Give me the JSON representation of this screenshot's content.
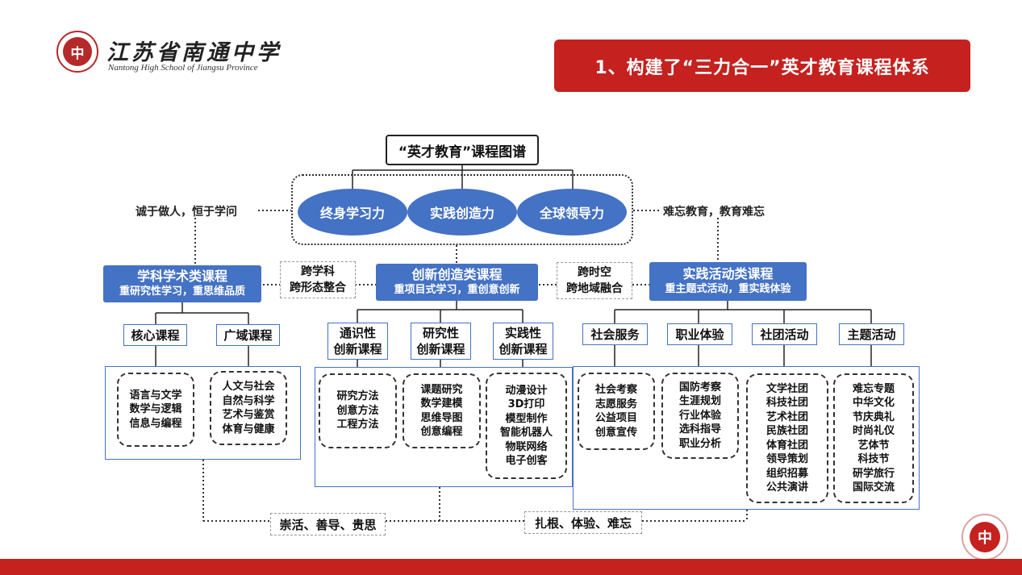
{
  "header": {
    "school_name_cn": "江苏省南通中学",
    "school_name_en": "Nantong High School of Jiangsu Province",
    "slide_title": "1、构建了“三力合一”英才教育课程体系",
    "accent_color": "#c4211f"
  },
  "diagram": {
    "root": "“英才教育”课程图谱",
    "abilities": [
      "终身学习力",
      "实践创造力",
      "全球领导力"
    ],
    "motto_left": "诚于做人，恒于学问",
    "motto_right": "难忘教育，教育难忘",
    "categories": [
      {
        "title": "学科学术类课程",
        "subtitle": "重研究性学习，重思维品质"
      },
      {
        "title": "创新创造类课程",
        "subtitle": "重项目式学习，重创意创新"
      },
      {
        "title": "实践活动类课程",
        "subtitle": "重主题式活动，重实践体验"
      }
    ],
    "bridge_left": [
      "跨学科",
      "跨形态整合"
    ],
    "bridge_right": [
      "跨时空",
      "跨地域融合"
    ],
    "academic_subs": [
      "核心课程",
      "广域课程"
    ],
    "academic_items": [
      [
        "语言与文学",
        "数学与逻辑",
        "信息与编程"
      ],
      [
        "人文与社会",
        "自然与科学",
        "艺术与鉴赏",
        "体育与健康"
      ]
    ],
    "innovation_subs": [
      "通识性\n创新课程",
      "研究性\n创新课程",
      "实践性\n创新课程"
    ],
    "innovation_items": [
      [
        "研究方法",
        "创意方法",
        "工程方法"
      ],
      [
        "课题研究",
        "数学建模",
        "思维导图",
        "创意编程"
      ],
      [
        "动漫设计",
        "3D打印",
        "模型制作",
        "智能机器人",
        "物联网络",
        "电子创客"
      ]
    ],
    "practice_subs": [
      "社会服务",
      "职业体验",
      "社团活动",
      "主题活动"
    ],
    "practice_items": [
      [
        "社会考察",
        "志愿服务",
        "公益项目",
        "创意宣传"
      ],
      [
        "国防考察",
        "生涯规划",
        "行业体验",
        "选科指导",
        "职业分析"
      ],
      [
        "文学社团",
        "科技社团",
        "艺术社团",
        "民族社团",
        "体育社团",
        "领导策划",
        "组织招募",
        "公共演讲"
      ],
      [
        "难忘专题",
        "中华文化",
        "节庆典礼",
        "时尚礼仪",
        "艺体节",
        "科技节",
        "研学旅行",
        "国际交流"
      ]
    ],
    "bottom_left": "崇活、善导、贵思",
    "bottom_right": "扎根、体验、难忘",
    "node_color": "#4472c4"
  }
}
